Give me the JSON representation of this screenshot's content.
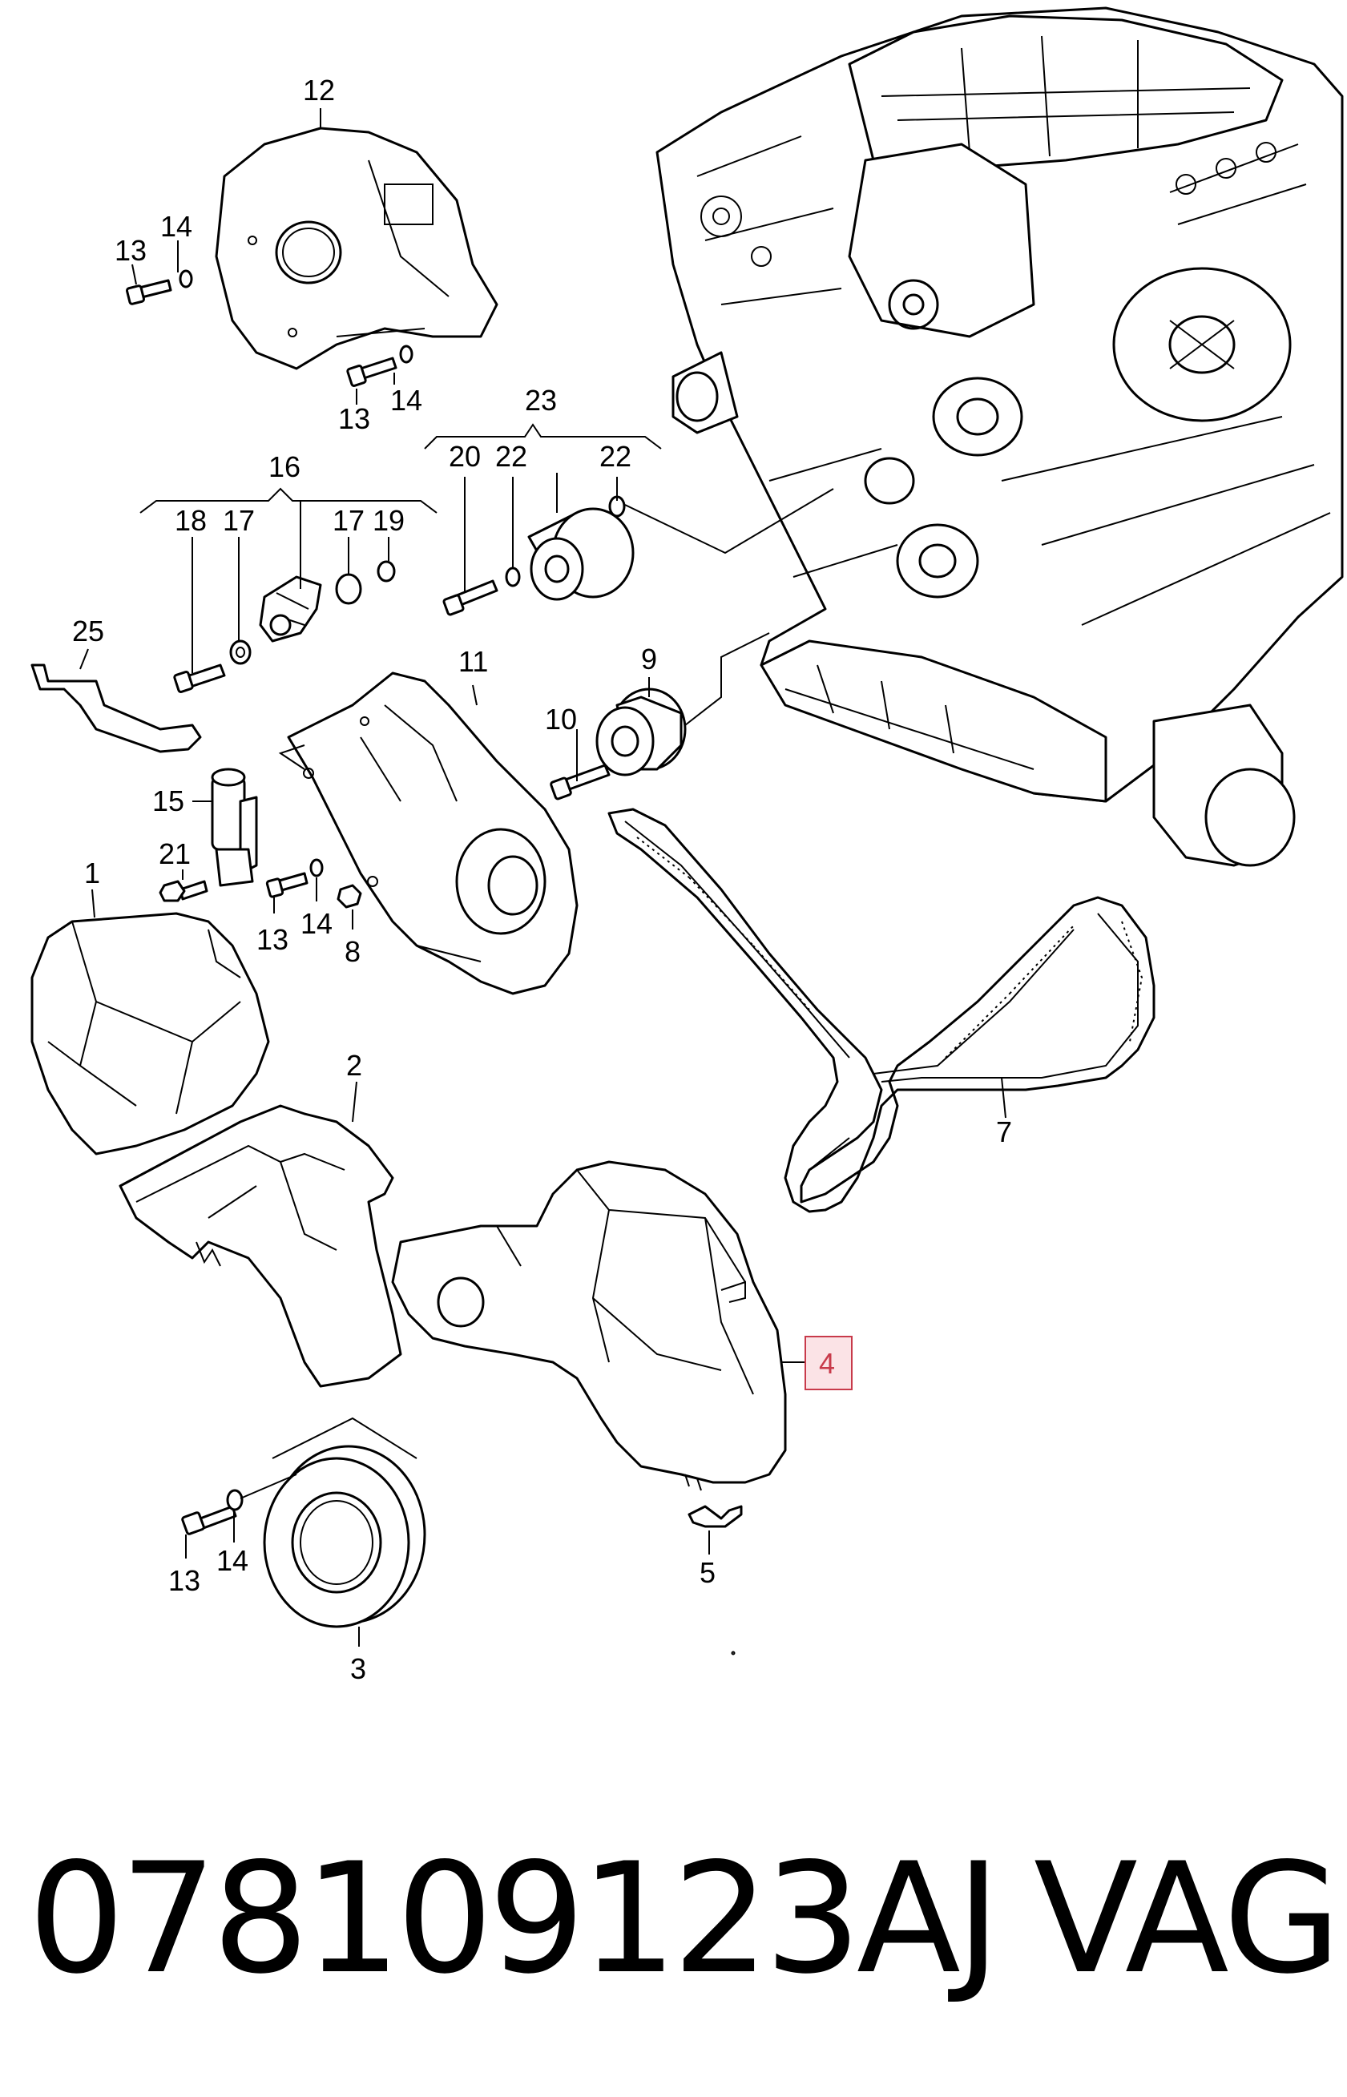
{
  "diagram": {
    "callouts": {
      "c1": "1",
      "c2": "2",
      "c3": "3",
      "c4": "4",
      "c5": "5",
      "c7": "7",
      "c8": "8",
      "c9": "9",
      "c10": "10",
      "c11": "11",
      "c12": "12",
      "c13a": "13",
      "c13b": "13",
      "c13c": "13",
      "c13d": "13",
      "c14a": "14",
      "c14b": "14",
      "c14c": "14",
      "c14d": "14",
      "c15": "15",
      "c16": "16",
      "c17a": "17",
      "c17b": "17",
      "c18": "18",
      "c19": "19",
      "c20": "20",
      "c21": "21",
      "c22a": "22",
      "c22b": "22",
      "c23": "23",
      "c25": "25"
    },
    "highlight_color": "#c83a4a",
    "highlight_fill": "#fbe3e6"
  },
  "footer": {
    "part_number": "078109123AJ",
    "brand": "VAG"
  }
}
